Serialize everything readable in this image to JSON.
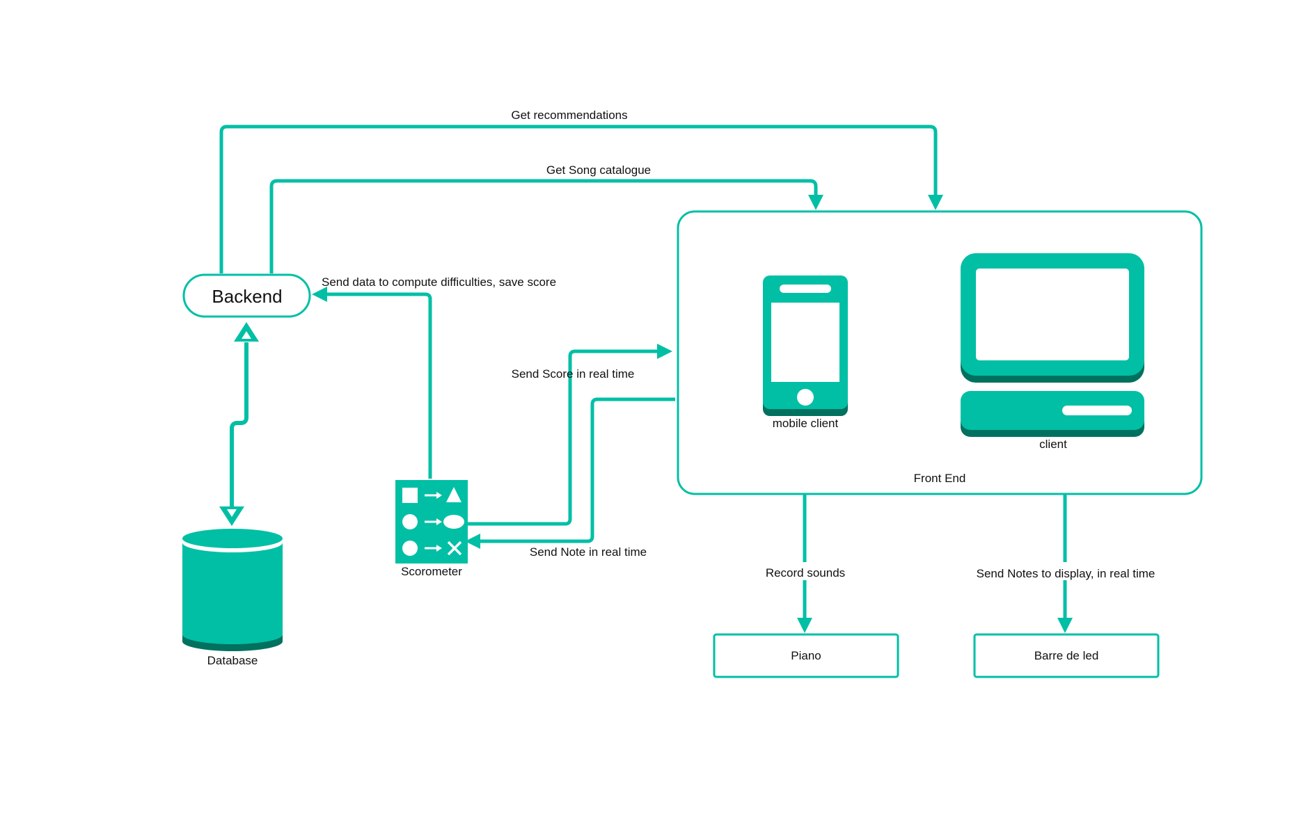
{
  "colors": {
    "accent": "#00BFA5",
    "accent_dark": "#00715F",
    "text": "#111111",
    "background": "#FFFFFF"
  },
  "nodes": {
    "backend": {
      "label": "Backend"
    },
    "database": {
      "label": "Database",
      "icon": "database-cylinder-icon"
    },
    "scorometer": {
      "label": "Scorometer",
      "icon": "shape-mapping-icon"
    },
    "front_end": {
      "label": "Front End"
    },
    "mobile_client": {
      "label": "mobile client",
      "icon": "smartphone-icon"
    },
    "client": {
      "label": "client",
      "icon": "desktop-computer-icon"
    },
    "piano": {
      "label": "Piano"
    },
    "led_bar": {
      "label": "Barre de led"
    }
  },
  "edges": {
    "get_recommendations": "Get recommendations",
    "get_song_catalogue": "Get Song catalogue",
    "send_data": "Send data to compute difficulties, save score",
    "send_score": "Send Score in real time",
    "send_note": "Send Note in real time",
    "record_sounds": "Record sounds",
    "send_notes_display": "Send Notes to display, in real time"
  }
}
